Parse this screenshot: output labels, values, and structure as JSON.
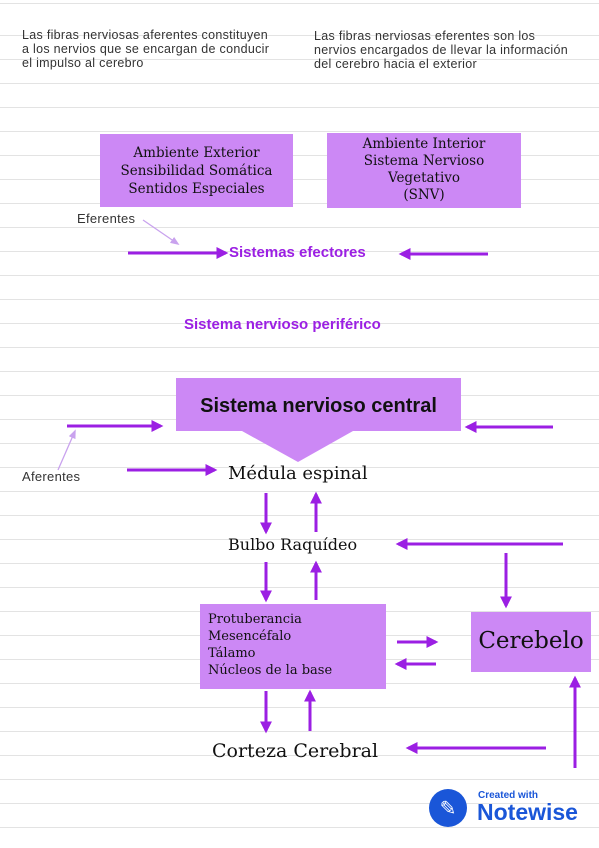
{
  "notes": {
    "afferent_note": "Las fibras nerviosas aferentes constituyen a los nervios que se encargan de conducir el impulso al cerebro",
    "efferent_note": "Las fibras nerviosas eferentes son los nervios encargados de llevar la información del cerebro hacia el exterior"
  },
  "boxes": {
    "exterior": [
      "Ambiente Exterior",
      "Sensibilidad Somática",
      "Sentidos Especiales"
    ],
    "interior": [
      "Ambiente Interior",
      "Sistema Nervioso",
      "Vegetativo",
      "(SNV)"
    ],
    "central": "Sistema nervioso central",
    "brainstem": [
      "Protuberancia",
      "Mesencéfalo",
      "Tálamo",
      "Núcleos de la base"
    ],
    "cerebelo": "Cerebelo"
  },
  "labels": {
    "eferentes": "Eferentes",
    "aferentes": "Aferentes",
    "efectores": "Sistemas efectores",
    "periferico": "Sistema nervioso periférico",
    "medula": "Médula espinal",
    "bulbo": "Bulbo Raquídeo",
    "corteza": "Corteza Cerebral"
  },
  "brand": {
    "created": "Created with",
    "name": "Notewise",
    "icon": "pen-icon"
  },
  "colors": {
    "box_fill": "#cc88f5",
    "arrow": "#9b1fe3",
    "brand_blue": "#1a56d8"
  }
}
